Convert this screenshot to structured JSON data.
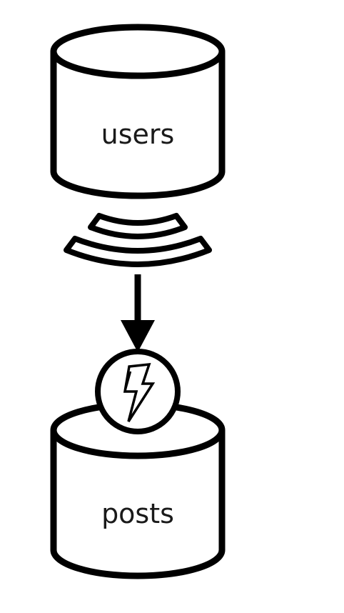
{
  "diagram": {
    "nodes": [
      {
        "id": "users",
        "label": "users",
        "shape": "database"
      },
      {
        "id": "posts",
        "label": "posts",
        "shape": "database"
      }
    ],
    "edges": [
      {
        "from": "users",
        "to": "posts",
        "kind": "stream",
        "trigger": "lightning-icon"
      }
    ],
    "colors": {
      "stroke": "#000000",
      "fill": "#ffffff",
      "text": "#1a1a1a"
    }
  }
}
